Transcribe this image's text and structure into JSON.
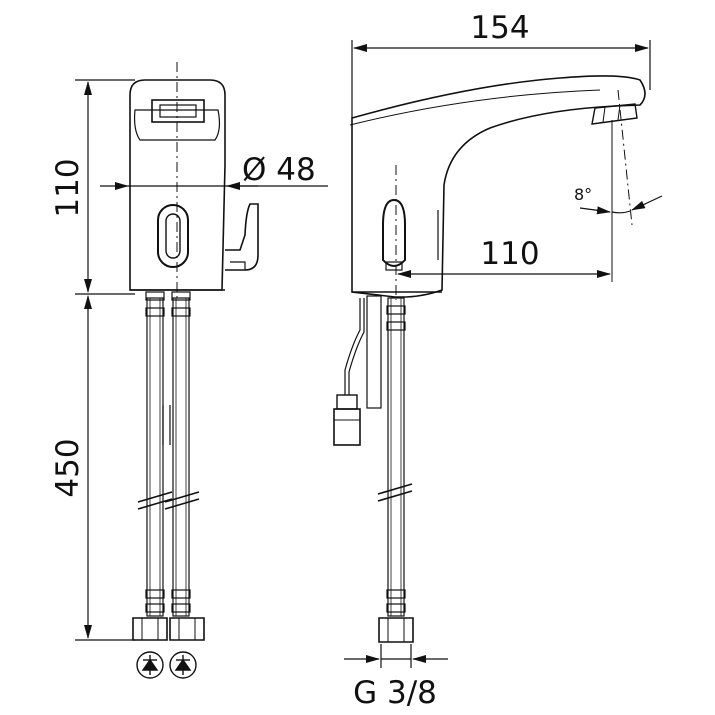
{
  "dimensions": {
    "total_width": "154",
    "body_height": "110",
    "hose_length": "450",
    "body_diameter": "Ø 48",
    "spout_reach": "110",
    "spout_angle": "8°",
    "thread": "G 3/8"
  },
  "colors": {
    "line": "#111111",
    "background": "#ffffff"
  },
  "icons": [
    "check-valve-icon",
    "check-valve-icon"
  ]
}
